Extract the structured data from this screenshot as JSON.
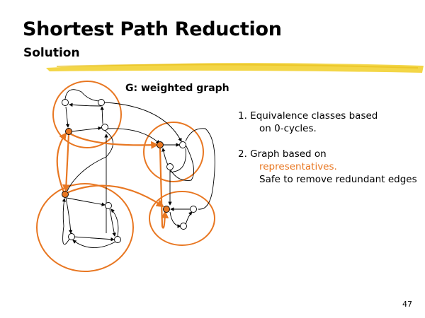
{
  "title": "Shortest Path Reduction",
  "subtitle": "Solution",
  "graph_label": "G: weighted graph",
  "notes": {
    "item1_line1": "1. Equivalence classes based",
    "item1_line2": "on 0-cycles.",
    "item2_line1": "2. Graph based on",
    "item2_line2": "representatives.",
    "item2_line3": "Safe to remove redundant edges"
  },
  "page_number": "47",
  "colors": {
    "accent": "#e87722",
    "highlight": "#f2d233"
  }
}
